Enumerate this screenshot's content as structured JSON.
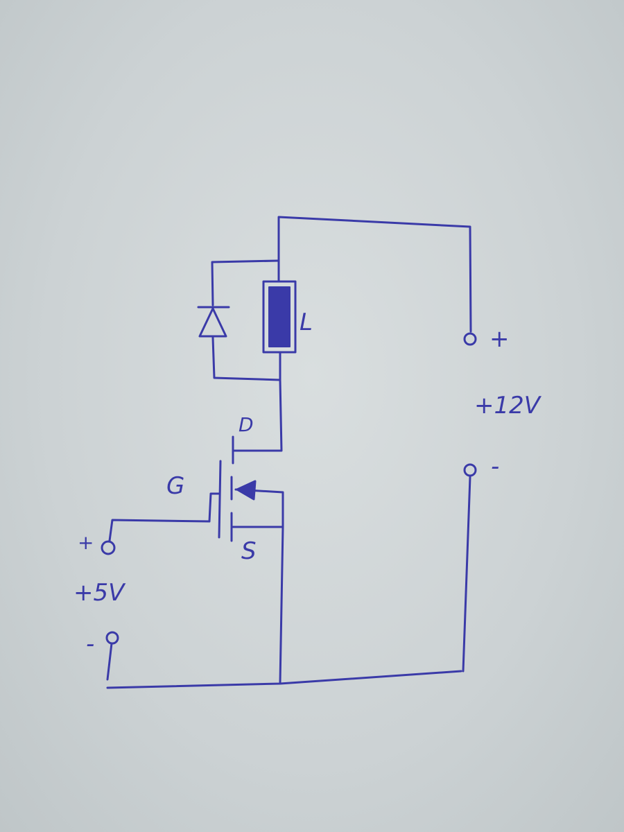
{
  "ink_color": "#3a3aa8",
  "paper_color": "#d3d9db",
  "labels": {
    "inductor": "L",
    "drain": "D",
    "gate": "G",
    "source": "S",
    "supply12_plus": "+",
    "supply12_voltage": "+12V",
    "supply12_minus": "-",
    "supply5_plus": "+",
    "supply5_voltage": "+5V",
    "supply5_minus": "-"
  }
}
